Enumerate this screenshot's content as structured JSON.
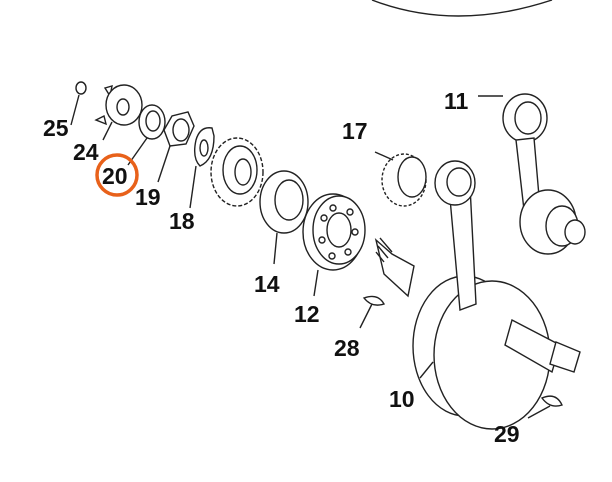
{
  "diagram": {
    "type": "exploded parts diagram (crankshaft assembly)",
    "highlight_color": "#E8611A",
    "highlighted_part": "20",
    "callouts": {
      "p25": "25",
      "p24": "24",
      "p20": "20",
      "p19": "19",
      "p18": "18",
      "p14": "14",
      "p12": "12",
      "p28": "28",
      "p10": "10",
      "p29": "29",
      "p17": "17",
      "p11": "11"
    }
  }
}
